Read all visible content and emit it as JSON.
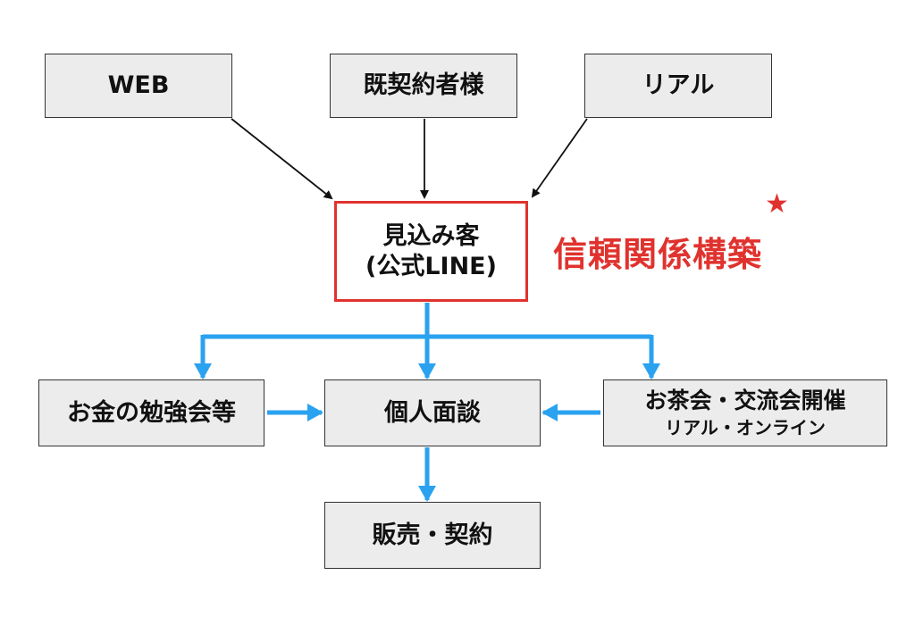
{
  "nodes": {
    "web": "WEB",
    "existing_contracts": "既契約者様",
    "real": "リアル",
    "prospect_line1": "見込み客",
    "prospect_line2": "(公式LINE)",
    "study_group": "お金の勉強会等",
    "interview": "個人面談",
    "tea_party_main": "お茶会・交流会開催",
    "tea_party_sub": "リアル・オンライン",
    "sales": "販売・契約"
  },
  "annotation": {
    "trust_building": "信頼関係構築",
    "star_icon": "star-icon"
  },
  "colors": {
    "node_fill": "#ececec",
    "node_border": "#333333",
    "highlight_border": "#e0322e",
    "accent_red": "#e0322e",
    "blue_arrow": "#2aa2f0",
    "black_arrow": "#111111"
  }
}
